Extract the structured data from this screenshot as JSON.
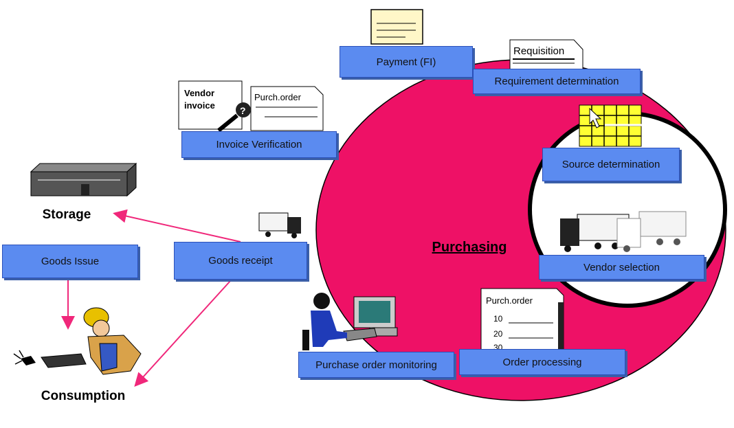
{
  "diagram": {
    "center_label": "Purchasing",
    "steps": {
      "payment": "Payment (FI)",
      "requirement": "Requirement determination",
      "source": "Source determination",
      "vendor_selection": "Vendor selection",
      "order_processing": "Order processing",
      "po_monitoring": "Purchase order monitoring",
      "goods_receipt": "Goods receipt",
      "invoice_verification": "Invoice Verification",
      "goods_issue": "Goods Issue"
    },
    "nodes": {
      "storage": "Storage",
      "consumption": "Consumption"
    },
    "documents": {
      "requisition": "Requisition",
      "vendor_invoice_line1": "Vendor",
      "vendor_invoice_line2": "invoice",
      "purch_order_small": "Purch.order",
      "purch_order": "Purch.order",
      "po_line_1": "10",
      "po_line_2": "20",
      "po_line_3": "30"
    }
  },
  "colors": {
    "cycle_fill": "#ee1166",
    "box_fill": "#5b8bf0",
    "arrow": "#f0277a"
  }
}
